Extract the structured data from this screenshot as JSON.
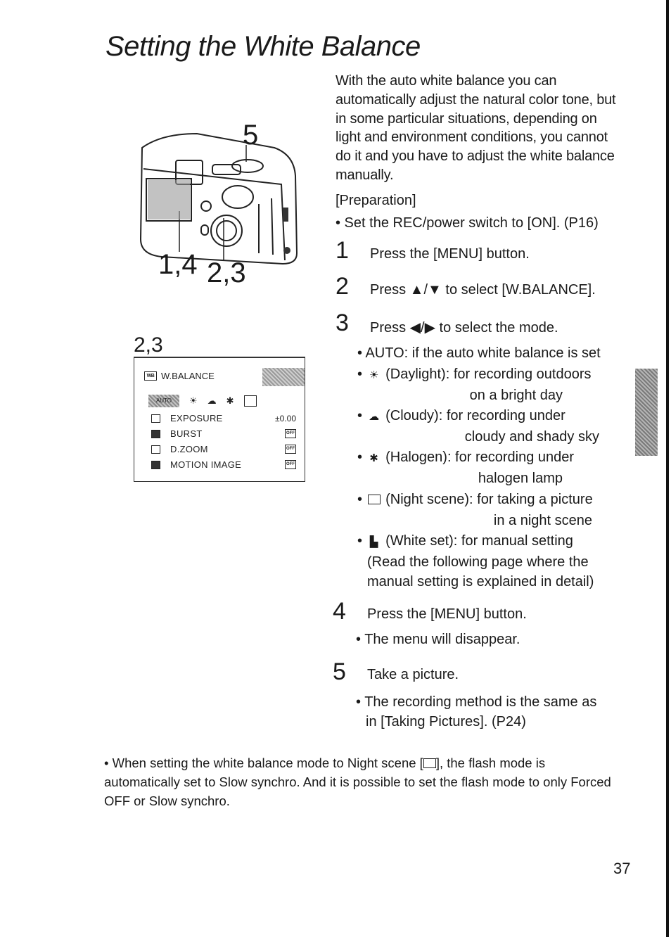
{
  "title": "Setting the White Balance",
  "camera_labels": {
    "top": "5",
    "left": "1,4",
    "mid": "2,3"
  },
  "menu": {
    "title": "2,3",
    "header": "W.BALANCE",
    "header_icon": "WB",
    "auto_label": "AUTO",
    "rows": [
      {
        "label": "EXPOSURE",
        "value": "±0.00"
      },
      {
        "label": "BURST",
        "value": "OFF"
      },
      {
        "label": "D.ZOOM",
        "value": "OFF"
      },
      {
        "label": "MOTION IMAGE",
        "value": "OFF"
      }
    ]
  },
  "intro": "With the auto white balance you can automatically adjust the natural color tone, but in some particular situations, depending on light and environment conditions, you cannot do it and you have to adjust the white balance manually.",
  "preparation": {
    "heading": "[Preparation]",
    "note": "• Set the REC/power switch to [ON]. (P16)"
  },
  "steps": [
    {
      "num": "1",
      "text": "Press the [MENU] button."
    },
    {
      "num": "2",
      "text": "Press ▲/▼ to select [W.BALANCE]."
    },
    {
      "num": "3",
      "text": "Press ◀/▶ to select the mode."
    },
    {
      "num": "4",
      "text": "Press the [MENU] button."
    },
    {
      "num": "5",
      "text": "Take a picture."
    }
  ],
  "modes": {
    "auto": "• AUTO: if the auto white balance is set",
    "daylight": {
      "a": "(Daylight): for recording outdoors",
      "b": "on a bright day"
    },
    "cloudy": {
      "a": "(Cloudy): for recording under",
      "b": "cloudy and shady sky"
    },
    "halogen": {
      "a": "(Halogen): for recording under",
      "b": "halogen lamp"
    },
    "night": {
      "a": "(Night scene): for taking a picture",
      "b": "in a night scene"
    },
    "whiteset": {
      "a": "(White set): for manual setting",
      "b": "(Read the following page where the",
      "c": "manual setting is explained in detail)"
    }
  },
  "step4_note": "• The menu will disappear.",
  "step5_note": {
    "a": "• The recording method is the same as",
    "b": "in [Taking Pictures]. (P24)"
  },
  "footnote": {
    "a": "• When setting the white balance mode to Night scene [",
    "b": "], the flash mode is automatically set to Slow synchro. And it is possible to set the flash mode to only Forced OFF or Slow synchro."
  },
  "page_number": "37",
  "icons": [
    "daylight-icon",
    "cloudy-icon",
    "halogen-icon",
    "night-scene-icon",
    "white-set-icon",
    "wb-icon"
  ]
}
